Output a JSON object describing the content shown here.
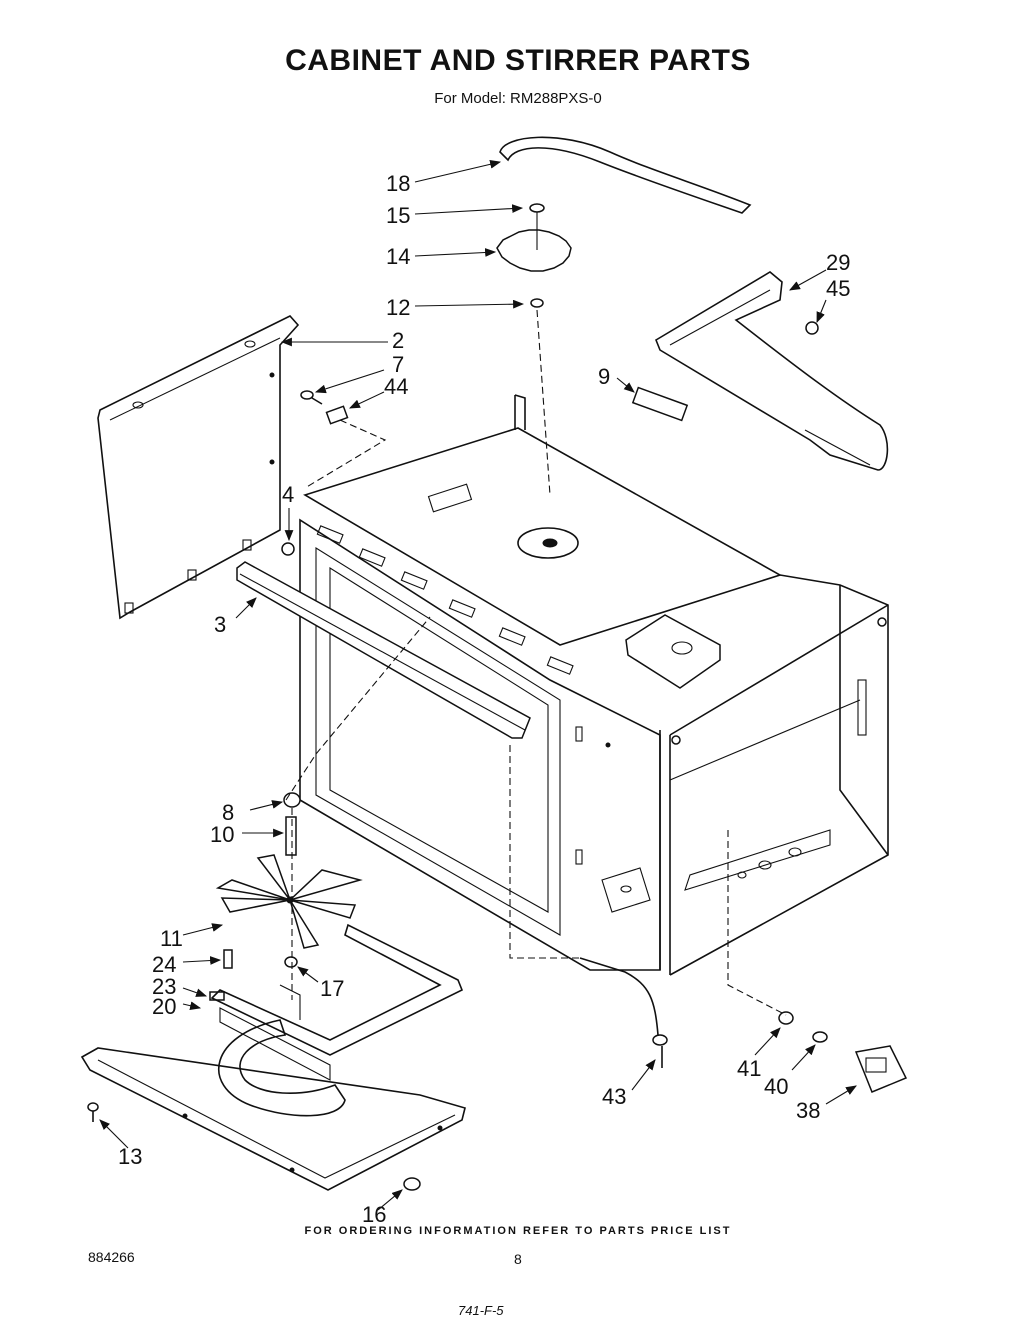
{
  "header": {
    "title": "CABINET AND STIRRER PARTS",
    "subtitle": "For Model: RM288PXS-0"
  },
  "callouts": [
    "18",
    "15",
    "14",
    "12",
    "29",
    "45",
    "2",
    "7",
    "44",
    "9",
    "4",
    "3",
    "8",
    "10",
    "11",
    "24",
    "23",
    "20",
    "17",
    "13",
    "16",
    "41",
    "40",
    "38",
    "43"
  ],
  "footer": {
    "ordering_note": "FOR ORDERING INFORMATION REFER TO PARTS PRICE LIST",
    "doc_number": "884266",
    "page_number": "8",
    "handwritten": "741-F-5"
  }
}
